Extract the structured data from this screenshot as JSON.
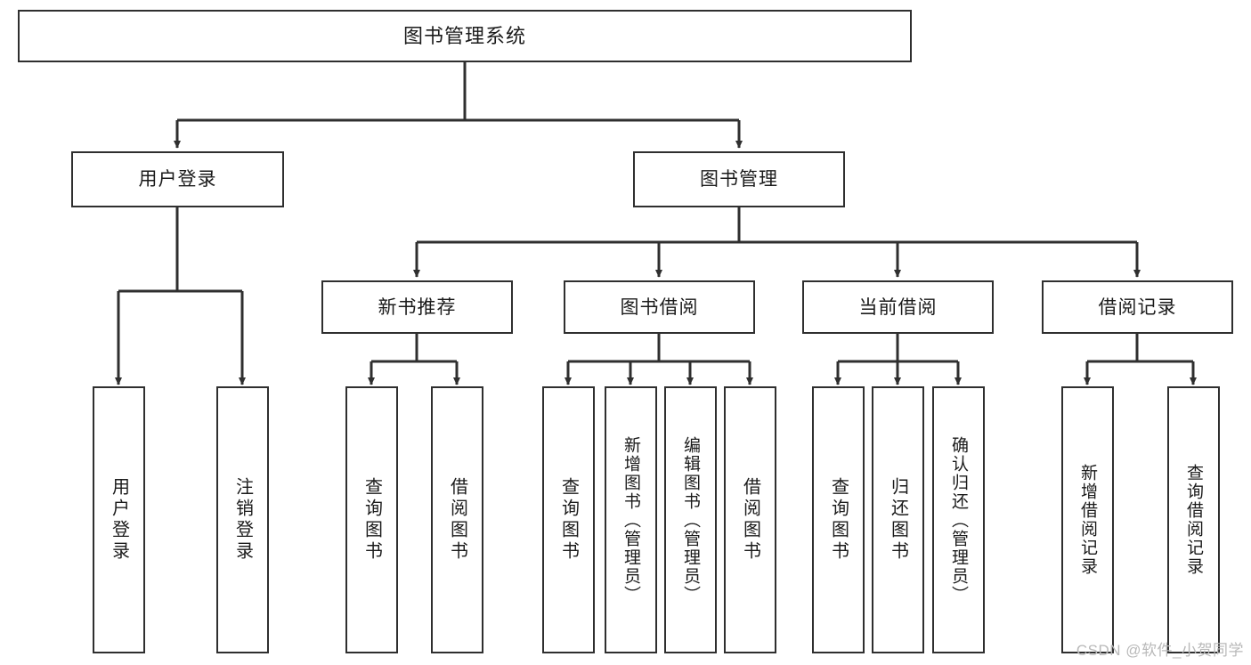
{
  "diagram": {
    "title": "图书管理系统",
    "type": "tree-hierarchy-chart",
    "orientation": "top-down",
    "colors": {
      "stroke": "#2f2f2f",
      "fill": "#ffffff",
      "text": "#1b1b1b",
      "watermark": "#b9b9b9"
    },
    "levels": {
      "level0_label": "图书管理系统",
      "level1": [
        {
          "id": "user-login",
          "label": "用户登录"
        },
        {
          "id": "book-management",
          "label": "图书管理"
        }
      ],
      "level2": [
        {
          "id": "new-book-recommend",
          "label": "新书推荐",
          "parent": "book-management"
        },
        {
          "id": "book-borrow",
          "label": "图书借阅",
          "parent": "book-management"
        },
        {
          "id": "current-borrow",
          "label": "当前借阅",
          "parent": "book-management"
        },
        {
          "id": "borrow-record",
          "label": "借阅记录",
          "parent": "book-management"
        }
      ],
      "leaves": [
        {
          "id": "leaf-user-login",
          "label": "用户登录",
          "parent": "user-login"
        },
        {
          "id": "leaf-logout",
          "label": "注销登录",
          "parent": "user-login"
        },
        {
          "id": "leaf-query-book-1",
          "label": "查询图书",
          "parent": "new-book-recommend"
        },
        {
          "id": "leaf-borrow-book-1",
          "label": "借阅图书",
          "parent": "new-book-recommend"
        },
        {
          "id": "leaf-query-book-2",
          "label": "查询图书",
          "parent": "book-borrow"
        },
        {
          "id": "leaf-add-book",
          "label": "新增图书（管理员）",
          "parent": "book-borrow"
        },
        {
          "id": "leaf-edit-book",
          "label": "编辑图书（管理员）",
          "parent": "book-borrow"
        },
        {
          "id": "leaf-borrow-book-2",
          "label": "借阅图书",
          "parent": "book-borrow"
        },
        {
          "id": "leaf-query-book-3",
          "label": "查询图书",
          "parent": "current-borrow"
        },
        {
          "id": "leaf-return-book",
          "label": "归还图书",
          "parent": "current-borrow"
        },
        {
          "id": "leaf-confirm-return",
          "label": "确认归还（管理员）",
          "parent": "current-borrow"
        },
        {
          "id": "leaf-add-record",
          "label": "新增借阅记录",
          "parent": "borrow-record"
        },
        {
          "id": "leaf-query-record",
          "label": "查询借阅记录",
          "parent": "borrow-record"
        }
      ]
    }
  },
  "watermark": {
    "text": "CSDN @软件_小贺同学"
  }
}
